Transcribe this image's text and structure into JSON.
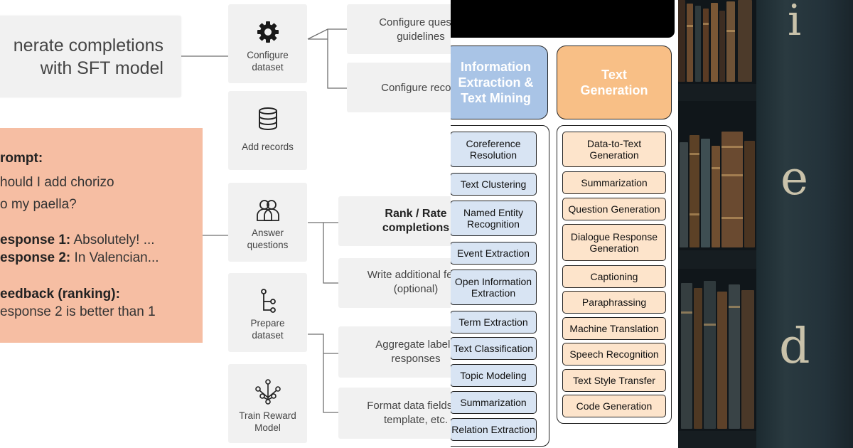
{
  "workflow": {
    "generate_text": "nerate completions\nwith SFT model",
    "steps": [
      {
        "id": "configure",
        "label": "Configure\ndataset",
        "icon": "gear-icon"
      },
      {
        "id": "records",
        "label": "Add records",
        "icon": "database-icon"
      },
      {
        "id": "answer",
        "label": "Answer\nquestions",
        "icon": "users-icon"
      },
      {
        "id": "prepare",
        "label": "Prepare\ndataset",
        "icon": "flow-icon"
      },
      {
        "id": "train",
        "label": "Train Reward\nModel",
        "icon": "network-icon"
      }
    ],
    "substeps": [
      {
        "label": "Configure questio\nguidelines",
        "bold": false
      },
      {
        "label": "Configure record",
        "bold": false
      },
      {
        "label": "Rank / Rate\ncompletions",
        "bold": true
      },
      {
        "label": "Write additional feed\n(optional)",
        "bold": false
      },
      {
        "label": "Aggregate labele\nresponses",
        "bold": false
      },
      {
        "label": "Format data fields (p\ntemplate, etc.",
        "bold": false
      }
    ],
    "example": {
      "prompt_label": "rompt:",
      "prompt_line1": "hould I add chorizo",
      "prompt_line2": "o my paella?",
      "r1_label": "esponse 1:",
      "r1_text": " Absolutely! ...",
      "r2_label": "esponse 2:",
      "r2_text": " In Valencian...",
      "feedback_label": "eedback (ranking):",
      "feedback_text": "esponse 2 is better than 1"
    },
    "colors": {
      "example_bg": "#f6bea3",
      "box_bg": "#f1f1f1"
    }
  },
  "tasks": {
    "ie_header": "Information\nExtraction &\nText Mining",
    "tg_header": "Text\nGeneration",
    "ie_items": [
      "Coreference\nResolution",
      "Text Clustering",
      "Named Entity\nRecognition",
      "Event Extraction",
      "Open Information\nExtraction",
      "Term Extraction",
      "Text Classification",
      "Topic Modeling",
      "Summarization",
      "Relation Extraction"
    ],
    "tg_items": [
      "Data-to-Text\nGeneration",
      "Summarization",
      "Question Generation",
      "Dialogue Response\nGeneration",
      "Captioning",
      "Paraphrassing",
      "Machine Translation",
      "Speech Recognition",
      "Text Style Transfer",
      "Code Generation"
    ],
    "colors": {
      "ie": "#a9c4e6",
      "ie_item": "#d8e4f3",
      "tg": "#f8bf86",
      "tg_item": "#fde4cb"
    }
  },
  "photo": {
    "spine_letters": [
      "i",
      "e",
      "d"
    ]
  }
}
